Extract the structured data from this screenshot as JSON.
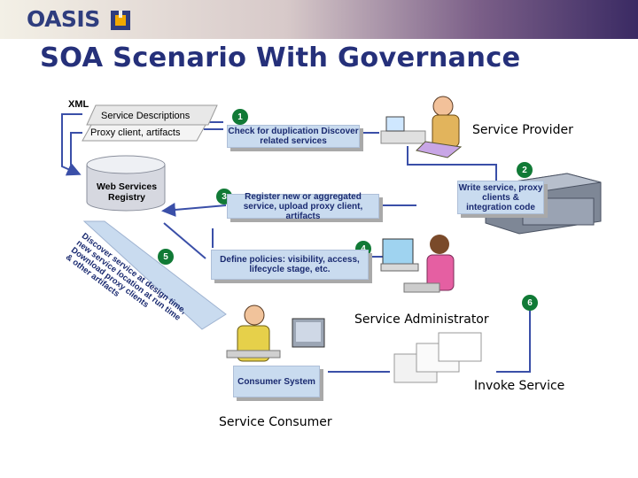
{
  "header": {
    "logo_text": "OASIS",
    "title": "SOA Scenario With Governance"
  },
  "colors": {
    "header_start": "#f3f0e6",
    "header_end": "#3a2a63",
    "box_fill": "#c9dbef",
    "step_green": "#117a36",
    "title_blue": "#25307a",
    "arrow_blue": "#3a4fa8"
  },
  "diagram": {
    "xml_label": "XML",
    "service_descriptions": "Service Descriptions",
    "proxy_client_artifacts": "Proxy client, artifacts",
    "registry_label": "Web Services Registry",
    "steps": [
      {
        "num": "1",
        "text": "Check for duplication Discover related services"
      },
      {
        "num": "2",
        "text": "Write service, proxy clients & integration code"
      },
      {
        "num": "3",
        "text": "Register new or aggregated service, upload proxy client, artifacts"
      },
      {
        "num": "4",
        "text": "Define policies: visibility, access, lifecycle stage, etc."
      },
      {
        "num": "5",
        "text_lines": [
          "Discover service at design time,",
          "new service location at run time",
          "Download proxy clients",
          "& other artifacts"
        ]
      },
      {
        "num": "6",
        "text": "Consumer System"
      }
    ],
    "actors": {
      "provider": "Service Provider",
      "administrator": "Service Administrator",
      "consumer": "Service Consumer",
      "invoke": "Invoke Service"
    }
  }
}
